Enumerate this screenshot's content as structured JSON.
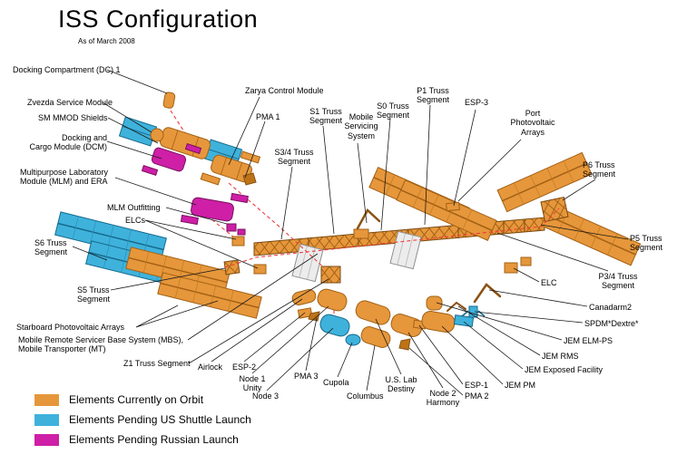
{
  "title": "ISS Configuration",
  "subtitle": "As of March 2008",
  "legend": {
    "items": [
      {
        "label": "Elements Currently on Orbit",
        "color": "#E6973B"
      },
      {
        "label": "Elements Pending US Shuttle Launch",
        "color": "#3FB2DC"
      },
      {
        "label": "Elements Pending Russian Launch",
        "color": "#CE1FA6"
      }
    ]
  },
  "labels": [
    {
      "text": "Docking Compartment (DC) 1"
    },
    {
      "text": "Zvezda Service Module"
    },
    {
      "text": "SM MMOD Shields"
    },
    {
      "text": "Docking and\nCargo Module (DCM)"
    },
    {
      "text": "Multipurpose Laboratory\nModule (MLM) and ERA"
    },
    {
      "text": "MLM Outfitting"
    },
    {
      "text": "ELCs"
    },
    {
      "text": "S6 Truss\nSegment"
    },
    {
      "text": "S5 Truss\nSegment"
    },
    {
      "text": "Starboard Photovoltaic Arrays"
    },
    {
      "text": "Mobile Remote Servicer Base System (MBS),\nMobile Transporter (MT)"
    },
    {
      "text": "Z1 Truss Segment"
    },
    {
      "text": "Airlock"
    },
    {
      "text": "ESP-2"
    },
    {
      "text": "Node 1\nUnity"
    },
    {
      "text": "Node 3"
    },
    {
      "text": "PMA 3"
    },
    {
      "text": "Cupola"
    },
    {
      "text": "Columbus"
    },
    {
      "text": "U.S. Lab\nDestiny"
    },
    {
      "text": "Node 2\nHarmony"
    },
    {
      "text": "ESP-1"
    },
    {
      "text": "PMA 2"
    },
    {
      "text": "JEM PM"
    },
    {
      "text": "JEM Exposed Facility"
    },
    {
      "text": "JEM RMS"
    },
    {
      "text": "JEM ELM-PS"
    },
    {
      "text": "SPDM*Dextre*"
    },
    {
      "text": "Canadarm2"
    },
    {
      "text": "ELC"
    },
    {
      "text": "P3/4 Truss\nSegment"
    },
    {
      "text": "P5 Truss\nSegment"
    },
    {
      "text": "P6 Truss\nSegment"
    },
    {
      "text": "Port\nPhotovoltaic\nArrays"
    },
    {
      "text": "ESP-3"
    },
    {
      "text": "P1 Truss\nSegment"
    },
    {
      "text": "S0 Truss\nSegment"
    },
    {
      "text": "Mobile\nServicing\nSystem"
    },
    {
      "text": "S1 Truss\nSegment"
    },
    {
      "text": "S3/4 Truss\nSegment"
    },
    {
      "text": "PMA 1"
    },
    {
      "text": "Zarya Control Module"
    }
  ]
}
